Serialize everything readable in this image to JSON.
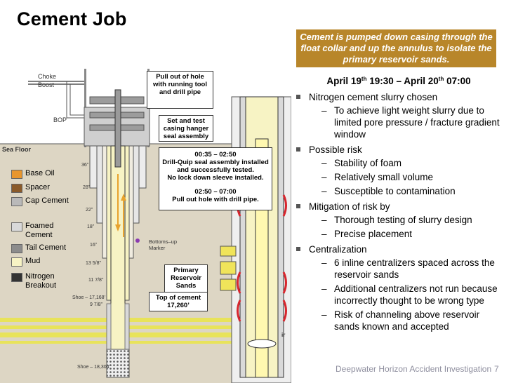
{
  "title": "Cement Job",
  "callout": "Cement is pumped down casing through the float collar and up the annulus to isolate the primary reservoir sands.",
  "date": {
    "start_day": "April 19",
    "start_sup": "th",
    "start_time": " 19:30 – April 20",
    "end_sup": "th",
    "end_time": " 07:00"
  },
  "bullets": [
    {
      "text": "Nitrogen cement slurry chosen",
      "subs": [
        "To achieve light weight slurry due to limited pore pressure / fracture gradient window"
      ]
    },
    {
      "text": "Possible risk",
      "subs": [
        "Stability of foam",
        "Relatively small volume",
        "Susceptible to contamination"
      ]
    },
    {
      "text": "Mitigation of risk by",
      "subs": [
        "Thorough testing of slurry design",
        "Precise placement"
      ]
    },
    {
      "text": "Centralization",
      "subs": [
        "6 inline centralizers spaced across the reservoir sands",
        "Additional centralizers not run because incorrectly thought to be wrong type",
        "Risk of channeling above reservoir sands known and accepted"
      ]
    }
  ],
  "footer": "Deepwater Horizon Accident Investigation",
  "page_number": "7",
  "diagram": {
    "choke": "Choke",
    "boost": "Boost",
    "bop": "BOP",
    "sea_floor": "Sea Floor",
    "annotation_pull_out": "Pull out of hole with running tool and drill pipe",
    "annotation_set_test": "Set and test casing hanger seal assembly",
    "annotation_times_1": "00:35 – 02:50",
    "annotation_times_1_text": "Drill-Quip seal assembly installed and successfully tested.",
    "annotation_times_1_text2": "No lock down sleeve installed.",
    "annotation_times_2": "02:50 – 07:00",
    "annotation_times_2_text": "Pull out hole with drill pipe.",
    "primary_reservoir": "Primary Reservoir Sands",
    "top_of_cement": "Top of cement 17,260’",
    "bottoms_up": "Bottoms–up Marker",
    "casing_sizes": [
      "36”",
      "28”",
      "22”",
      "18”",
      "16”",
      "13 5/8”",
      "11 7/8”",
      "9 7/8”"
    ],
    "shoe_1": "Shoe – 17,168’",
    "shoe_2": "Shoe – 18,304’",
    "truncated_r": "ir",
    "legend": [
      {
        "label": "Base Oil",
        "color": "#e8962e"
      },
      {
        "label": "Spacer",
        "color": "#8a5a2a"
      },
      {
        "label": "Cap Cement",
        "color": "#b9b9b9"
      },
      {
        "label": "Foamed Cement",
        "color": "#d9d9d9"
      },
      {
        "label": "Tail Cement",
        "color": "#8c8c8c"
      },
      {
        "label": "Mud",
        "color": "#f7f3c4"
      },
      {
        "label": "Nitrogen Breakout",
        "color": "#333333"
      }
    ]
  }
}
